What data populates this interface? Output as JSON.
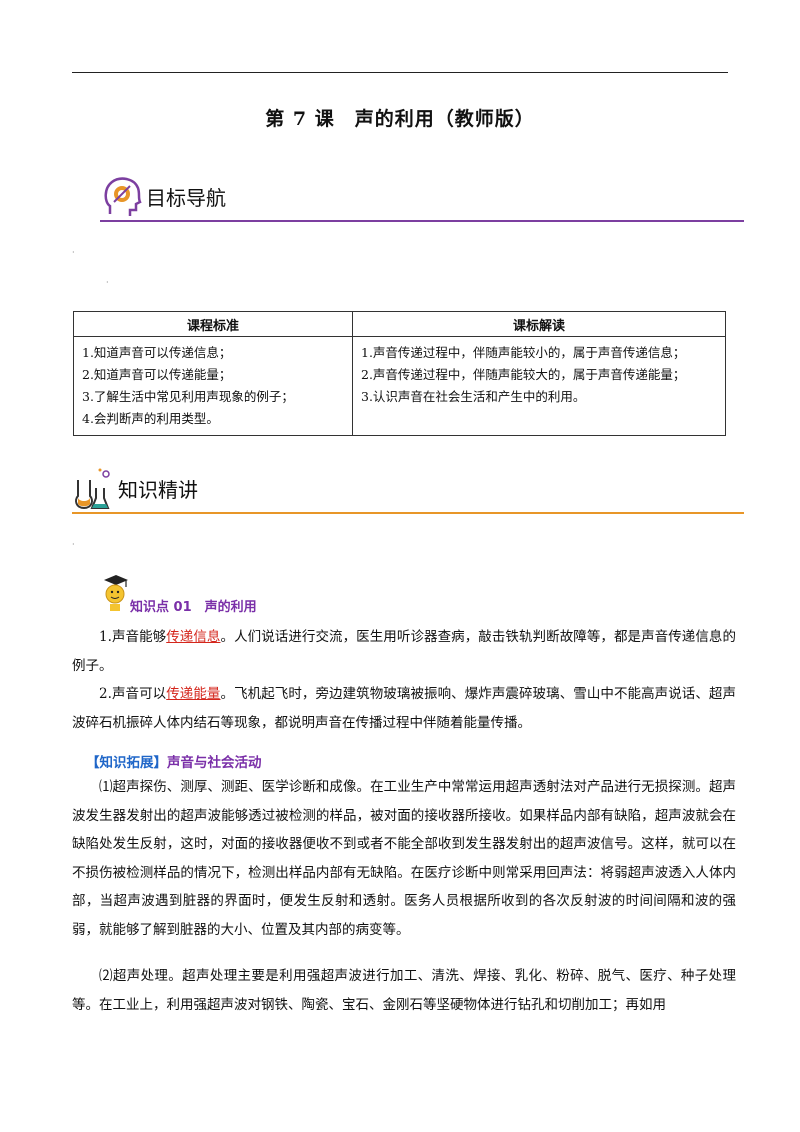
{
  "title": "第 7 课　声的利用（教师版）",
  "section1": {
    "label": "目标导航"
  },
  "section2": {
    "label": "知识精讲"
  },
  "table": {
    "headers": [
      "课程标准",
      "课标解读"
    ],
    "left_items": [
      "1.知道声音可以传递信息；",
      "2.知道声音可以传递能量；",
      "3.了解生活中常见利用声现象的例子；",
      "4.会判断声的利用类型。"
    ],
    "right_items": [
      "1.声音传递过程中，伴随声能较小的，属于声音传递信息；",
      "2.声音传递过程中，伴随声能较大的，属于声音传递能量；",
      "3.认识声音在社会生活和产生中的利用。"
    ]
  },
  "knowledge_point": {
    "label": "知识点 01　声的利用"
  },
  "p1": {
    "prefix": "1.声音能够",
    "highlight": "传递信息",
    "suffix": "。人们说话进行交流，医生用听诊器查病，敲击铁轨判断故障等，都是声音传递信息的例子。"
  },
  "p2": {
    "prefix": "2.声音可以",
    "highlight": "传递能量",
    "suffix": "。飞机起飞时，旁边建筑物玻璃被振响、爆炸声震碎玻璃、雪山中不能高声说话、超声波碎石机振碎人体内结石等现象，都说明声音在传播过程中伴随着能量传播。"
  },
  "extension": {
    "bracket": "【知识拓展】",
    "label": "声音与社会活动"
  },
  "p3": "⑴超声探伤、测厚、测距、医学诊断和成像。在工业生产中常常运用超声透射法对产品进行无损探测。超声波发生器发射出的超声波能够透过被检测的样品，被对面的接收器所接收。如果样品内部有缺陷，超声波就会在缺陷处发生反射，这时，对面的接收器便收不到或者不能全部收到发生器发射出的超声波信号。这样，就可以在不损伤被检测样品的情况下，检测出样品内部有无缺陷。在医疗诊断中则常采用回声法：将弱超声波透入人体内部，当超声波遇到脏器的界面时，便发生反射和透射。医务人员根据所收到的各次反射波的时间间隔和波的强弱，就能够了解到脏器的大小、位置及其内部的病变等。",
  "p4": "⑵超声处理。超声处理主要是利用强超声波进行加工、清洗、焊接、乳化、粉碎、脱气、医疗、种子处理等。在工业上，利用强超声波对钢铁、陶瓷、宝石、金刚石等坚硬物体进行钻孔和切削加工；再如用",
  "colors": {
    "purple": "#7a2fa8",
    "orange": "#e89628",
    "red": "#d4261c",
    "blue": "#1f66c8"
  }
}
